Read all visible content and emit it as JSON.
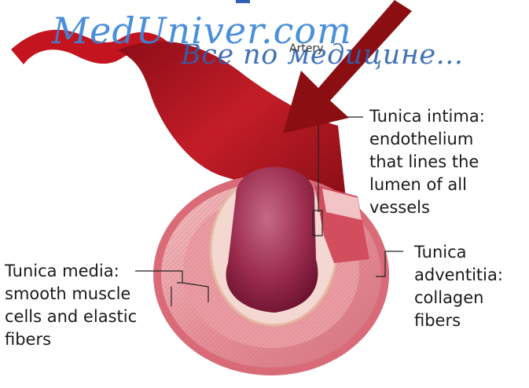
{
  "watermark": {
    "site": "MedUniver.com",
    "tagline": "Все по медицине..."
  },
  "artery_label": "Artery",
  "labels": {
    "intima": "Tunica intima:\nendothelium\nthat lines the\nlumen of all\nvessels",
    "adventitia": "Tunica\nadventitia:\ncollagen\nfibers",
    "media": "Tunica media:\nsmooth muscle\ncells and elastic\nfibers"
  },
  "colors": {
    "artery": "#b3121c",
    "arrow": "#8b0f12",
    "wall": "#e7a0a4",
    "lumen": "#9a2a46",
    "watermark": "#3a86d8"
  }
}
